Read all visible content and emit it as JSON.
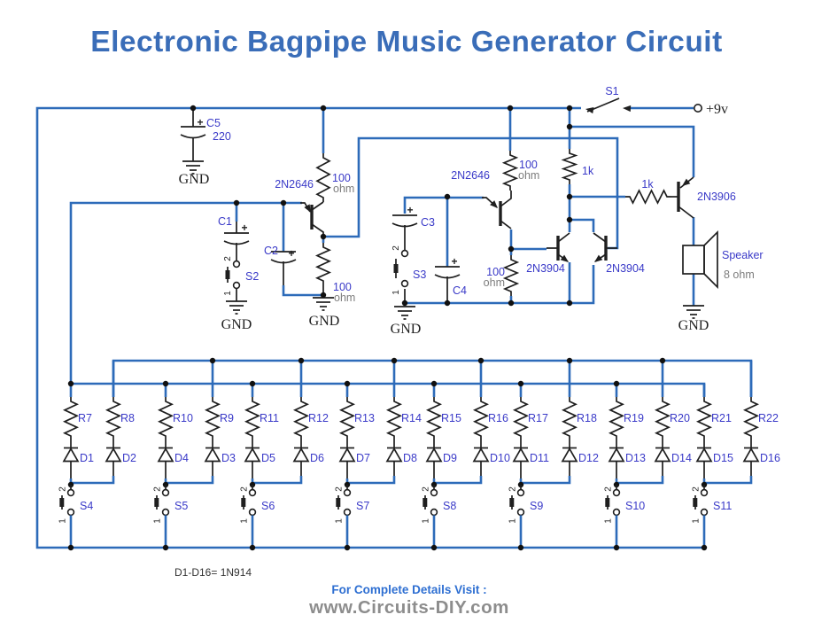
{
  "title": "Electronic Bagpipe Music Generator Circuit",
  "colors": {
    "wire": "#2d6bb9",
    "label": "#3a3ac8",
    "title": "#3a6db8",
    "muted": "#7d7d7d",
    "dark": "#1f1f1f",
    "footer_link": "#2e6fd2",
    "footer_site": "#8d8d8d"
  },
  "power": {
    "switch_label": "S1",
    "supply_label": "+9v",
    "cap_name": "C5",
    "cap_value": "220",
    "cap_plus": "+",
    "gnd": "GND"
  },
  "oscillator1": {
    "transistor": "2N2646",
    "r_top_value": "100",
    "r_top_unit": "ohm",
    "r_bottom_value": "100",
    "r_bottom_unit": "ohm",
    "cap1_name": "C1",
    "cap1_plus": "+",
    "cap2_name": "C2",
    "cap2_plus": "+",
    "switch_name": "S2",
    "terminal_top": "2",
    "terminal_bottom": "1",
    "gnd_switch": "GND",
    "gnd_resistor": "GND"
  },
  "oscillator2": {
    "transistor": "2N2646",
    "r_top_value": "100",
    "r_top_unit": "ohm",
    "r_bottom_value": "100",
    "r_bottom_unit": "ohm",
    "cap1_name": "C3",
    "cap1_plus": "+",
    "cap2_name": "C4",
    "cap2_plus": "+",
    "switch_name": "S3",
    "terminal_top": "2",
    "terminal_bottom": "1",
    "gnd": "GND"
  },
  "mixer": {
    "pullup_resistor": "1k",
    "base_resistor": "1k",
    "transistor_left": "2N3904",
    "transistor_right": "2N3904"
  },
  "output": {
    "transistor": "2N3906",
    "speaker_label": "Speaker",
    "speaker_impedance": "8 ohm",
    "gnd": "GND"
  },
  "note_array": {
    "columns": [
      {
        "resistor": "R7",
        "diode": "D1"
      },
      {
        "resistor": "R8",
        "diode": "D2"
      },
      {
        "resistor": "R10",
        "diode": "D4"
      },
      {
        "resistor": "R9",
        "diode": "D3"
      },
      {
        "resistor": "R11",
        "diode": "D5"
      },
      {
        "resistor": "R12",
        "diode": "D6"
      },
      {
        "resistor": "R13",
        "diode": "D7"
      },
      {
        "resistor": "R14",
        "diode": "D8"
      },
      {
        "resistor": "R15",
        "diode": "D9"
      },
      {
        "resistor": "R16",
        "diode": "D10"
      },
      {
        "resistor": "R17",
        "diode": "D11"
      },
      {
        "resistor": "R18",
        "diode": "D12"
      },
      {
        "resistor": "R19",
        "diode": "D13"
      },
      {
        "resistor": "R20",
        "diode": "D14"
      },
      {
        "resistor": "R21",
        "diode": "D15"
      },
      {
        "resistor": "R22",
        "diode": "D16"
      }
    ],
    "switches": [
      {
        "name": "S4",
        "terminal_top": "2",
        "terminal_bottom": "1"
      },
      {
        "name": "S5",
        "terminal_top": "2",
        "terminal_bottom": "1"
      },
      {
        "name": "S6",
        "terminal_top": "2",
        "terminal_bottom": "1"
      },
      {
        "name": "S7",
        "terminal_top": "2",
        "terminal_bottom": "1"
      },
      {
        "name": "S8",
        "terminal_top": "2",
        "terminal_bottom": "1"
      },
      {
        "name": "S9",
        "terminal_top": "2",
        "terminal_bottom": "1"
      },
      {
        "name": "S10",
        "terminal_top": "2",
        "terminal_bottom": "1"
      },
      {
        "name": "S11",
        "terminal_top": "2",
        "terminal_bottom": "1"
      }
    ],
    "footnote": "D1-D16= 1N914"
  },
  "footer": {
    "line1": "For Complete Details Visit :",
    "line2": "www.Circuits-DIY.com"
  }
}
